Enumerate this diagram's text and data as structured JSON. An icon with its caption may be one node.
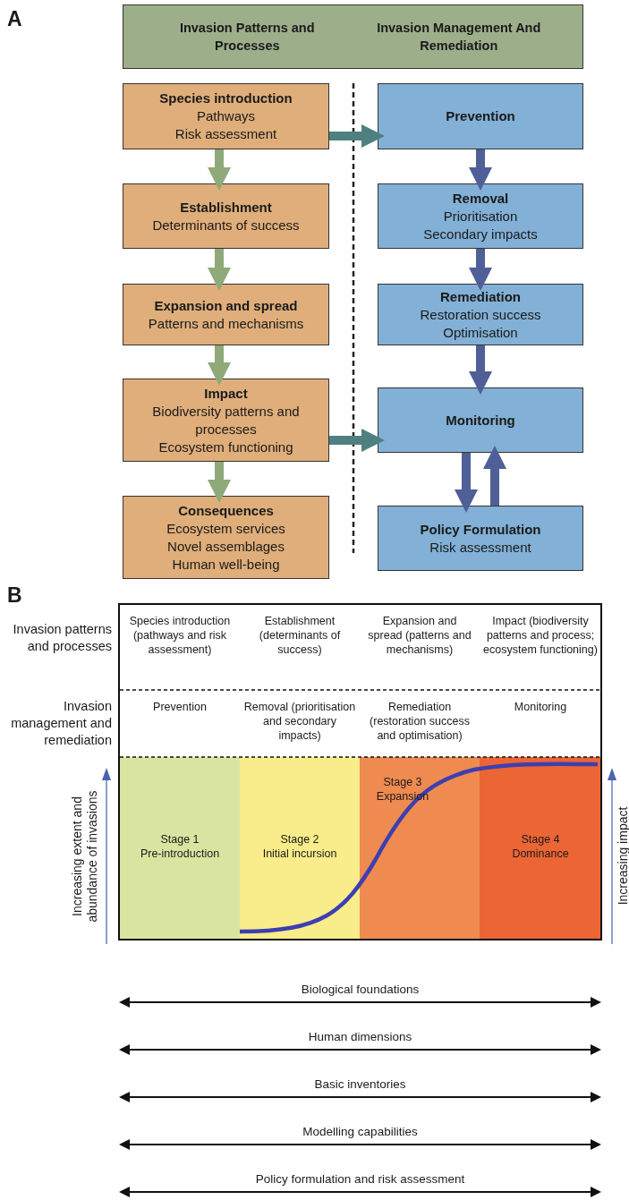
{
  "diagram": {
    "nodes": [
      {
        "text": [
          "Invasion Patterns and Processes",
          "Invasion Management And Remediation"
        ]
      },
      {
        "text": [
          "Species introduction",
          "Pathways",
          "Risk assessment"
        ]
      },
      {
        "text": [
          "Establishment",
          "Determinants of success"
        ]
      },
      {
        "text": [
          "Expansion and spread",
          "Patterns and mechanisms"
        ]
      },
      {
        "text": [
          "Impact",
          "Biodiversity patterns and processes",
          "Ecosystem functioning"
        ]
      },
      {
        "text": [
          "Consequences",
          "Ecosystem services",
          "Novel assemblages",
          "Human well-being"
        ]
      },
      {
        "text": [
          "Prevention"
        ]
      },
      {
        "text": [
          "Removal",
          "Prioritisation",
          "Secondary impacts"
        ]
      },
      {
        "text": [
          "Remediation",
          "Restoration success",
          "Optimisation"
        ]
      },
      {
        "text": [
          "Monitoring"
        ]
      },
      {
        "text": [
          "Policy Formulation",
          "Risk assessment"
        ]
      }
    ],
    "edges": [
      {
        "from": 1,
        "to": 2,
        "arrow": "to",
        "color": "#8fa97a"
      },
      {
        "from": 2,
        "to": 3,
        "arrow": "to",
        "color": "#8fa97a"
      },
      {
        "from": 3,
        "to": 4,
        "arrow": "to",
        "color": "#8fa97a"
      },
      {
        "from": 4,
        "to": 5,
        "arrow": "to",
        "color": "#8fa97a"
      },
      {
        "from": 6,
        "to": 7,
        "arrow": "to"
      },
      {
        "from": 7,
        "to": 8,
        "arrow": "to"
      },
      {
        "from": 8,
        "to": 9,
        "arrow": "to"
      },
      {
        "from": 9,
        "to": 10,
        "arrow": "to"
      },
      {
        "from": 10,
        "to": 9,
        "arrow": "to"
      },
      {
        "from": 1,
        "to": 6,
        "arrow": "to",
        "color": "#4f8080"
      },
      {
        "from": 4,
        "to": 9,
        "arrow": "to",
        "color": "#4f8080"
      }
    ],
    "labels": [
      "A",
      "B",
      "Invasion patterns and processes",
      "Species introduction (pathways and risk assessment)",
      "Establishment (determinants of success)",
      "Expansion and spread (patterns and mechanisms)",
      "Impact (biodiversity patterns and process; ecosystem functioning)",
      "Invasion management and remediation",
      "Prevention",
      "Removal (prioritisation and secondary impacts)",
      "Remediation (restoration success and optimisation)",
      "Monitoring",
      "Stage 1",
      "Pre-introduction",
      "Stage 2",
      "Initial incursion",
      "Stage 3",
      "Expansion",
      "Stage 4",
      "Dominance",
      "Increasing extent and abundance of invasions",
      "Increasing impact",
      "Biological foundations",
      "Human dimensions",
      "Basic inventories",
      "Modelling capabilities",
      "Policy formulation and risk assessment"
    ]
  }
}
